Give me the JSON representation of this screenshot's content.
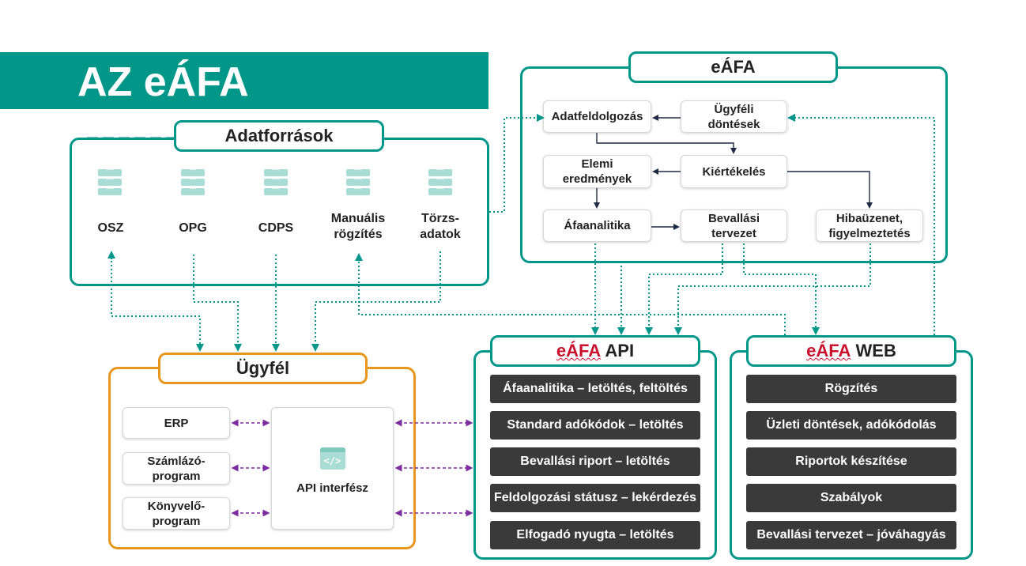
{
  "title": "AZ eÁFA",
  "sources": {
    "header": "Adatforrások",
    "items": [
      {
        "label": "OSZ"
      },
      {
        "label": "OPG"
      },
      {
        "label": "CDPS"
      },
      {
        "label": "Manuális\nrögzítés"
      },
      {
        "label": "Törzs-\nadatok"
      }
    ]
  },
  "eafa": {
    "header": "eÁFA",
    "nodes": {
      "adatfeldolgozas": "Adatfeldolgozás",
      "ugyfeli_dontesek": "Ügyféli\ndöntések",
      "elemi_eredmenyek": "Elemi\neredmények",
      "kiertekeles": "Kiértékelés",
      "afaanalitika": "Áfaanalitika",
      "bevallasi_tervezet": "Bevallási\ntervezet",
      "hibauzenet": "Hibaüzenet,\nfigyelmeztetés"
    }
  },
  "ugyfel": {
    "header": "Ügyfél",
    "items": [
      "ERP",
      "Számlázó-\nprogram",
      "Könyvelő-\nprogram"
    ],
    "api_label": "API interfész",
    "api_icon": "code-window-icon"
  },
  "api": {
    "header_main": "eÁFA",
    "header_suffix": " API",
    "items": [
      "Áfaanalitika – letöltés, feltöltés",
      "Standard adókódok – letöltés",
      "Bevallási riport – letöltés",
      "Feldolgozási státusz – lekérdezés",
      "Elfogadó nyugta – letöltés"
    ]
  },
  "web": {
    "header_main": "eÁFA",
    "header_suffix": " WEB",
    "items": [
      "Rögzítés",
      "Üzleti döntések, adókódolás",
      "Riportok készítése",
      "Szabályok",
      "Bevallási tervezet – jóváhagyás"
    ]
  },
  "colors": {
    "teal": "#00968a",
    "orange": "#e8961e",
    "dark": "#3a3a3a",
    "purple": "#7b2d9e",
    "navy": "#1f2a44"
  }
}
